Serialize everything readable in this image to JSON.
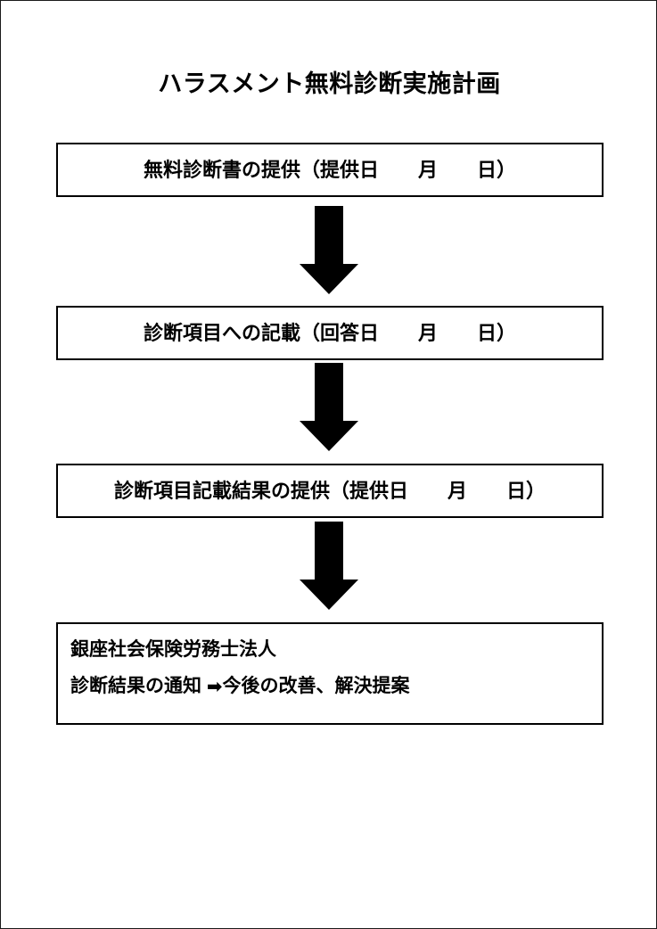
{
  "document": {
    "title": "ハラスメント無料診断実施計画",
    "page_border_color": "#1a1a1a",
    "background_color": "#ffffff",
    "text_color": "#000000"
  },
  "flowchart": {
    "type": "vertical-flow",
    "arrow_color": "#000000",
    "steps": [
      {
        "id": "step-1",
        "label": "無料診断書の提供（提供日　　月　　日）",
        "align": "center"
      },
      {
        "id": "step-2",
        "label": "診断項目への記載（回答日　　月　　日）",
        "align": "center"
      },
      {
        "id": "step-3",
        "label": "診断項目記載結果の提供（提供日　　月　　日）",
        "align": "center"
      }
    ],
    "connectors": [
      {
        "id": "connector-1",
        "direction": "down"
      },
      {
        "id": "connector-2",
        "direction": "down"
      },
      {
        "id": "connector-3",
        "direction": "down"
      }
    ],
    "final_step": {
      "id": "step-4",
      "align": "left",
      "line_1": "銀座社会保険労務士法人",
      "line_2_before": "診断結果の通知 ",
      "line_2_arrow_glyph": "➡",
      "line_2_after": "今後の改善、解決提案"
    }
  }
}
